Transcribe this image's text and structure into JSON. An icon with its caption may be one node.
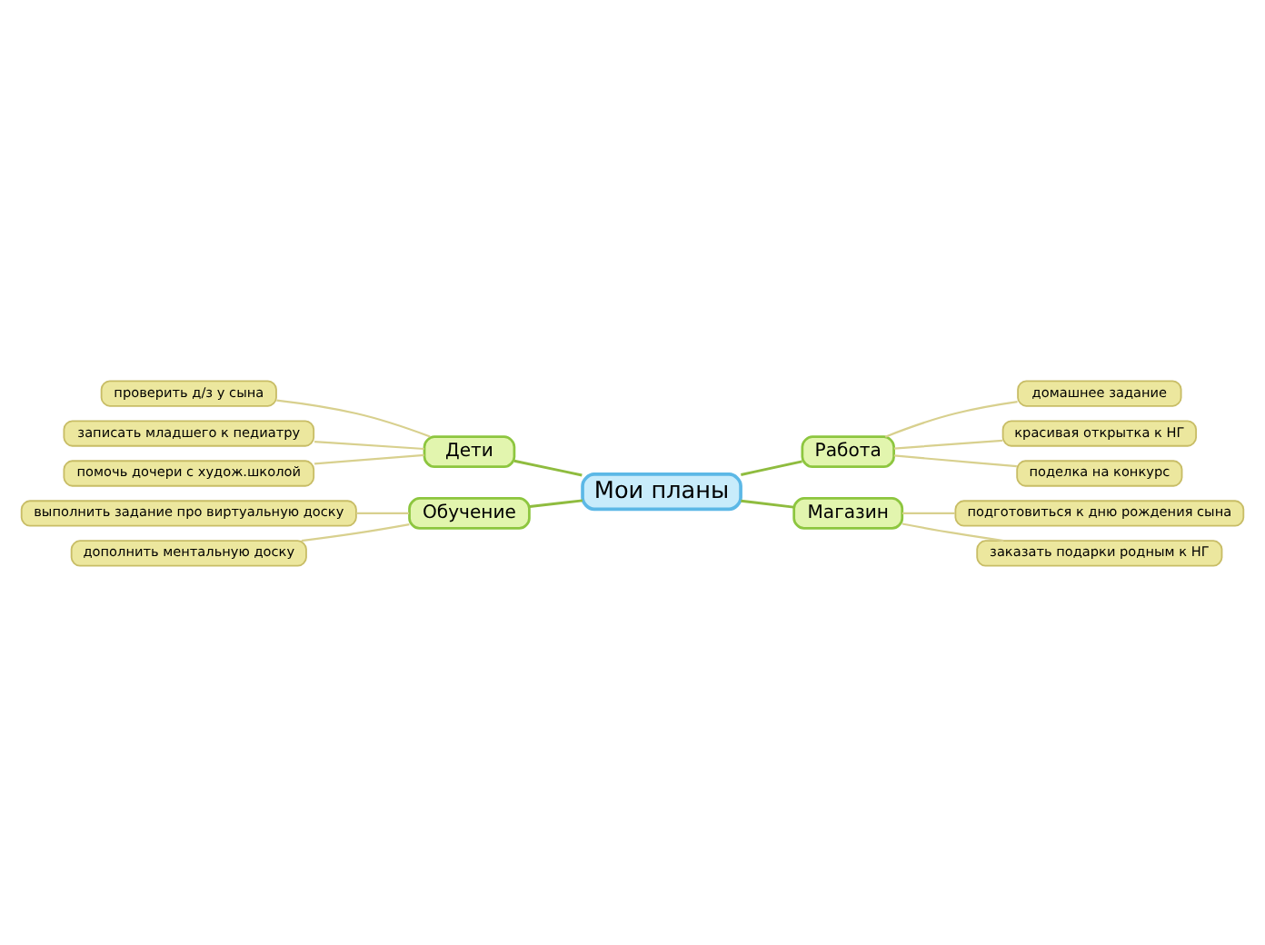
{
  "diagram": {
    "nodes": [
      {
        "text": [
          "Мои планы"
        ]
      },
      {
        "text": [
          "Дети"
        ]
      },
      {
        "text": [
          "проверить д/з у сына"
        ]
      },
      {
        "text": [
          "записать младшего к педиатру"
        ]
      },
      {
        "text": [
          "помочь дочери с худож.школой"
        ]
      },
      {
        "text": [
          "Обучение"
        ]
      },
      {
        "text": [
          "выполнить задание про виртуальную доску"
        ]
      },
      {
        "text": [
          "дополнить ментальную доску"
        ]
      },
      {
        "text": [
          "Работа"
        ]
      },
      {
        "text": [
          "домашнее задание"
        ]
      },
      {
        "text": [
          "красивая открытка к НГ"
        ]
      },
      {
        "text": [
          "поделка на конкурс"
        ]
      },
      {
        "text": [
          "Магазин"
        ]
      },
      {
        "text": [
          "подготовиться к дню рождения сына"
        ]
      },
      {
        "text": [
          "заказать подарки родным к НГ"
        ]
      }
    ],
    "edges": [
      {
        "from": 0,
        "to": 1,
        "arrow": "none",
        "color": "#8fbc3f"
      },
      {
        "from": 1,
        "to": 2,
        "arrow": "none"
      },
      {
        "from": 1,
        "to": 3,
        "arrow": "none"
      },
      {
        "from": 1,
        "to": 4,
        "arrow": "none"
      },
      {
        "from": 0,
        "to": 5,
        "arrow": "none",
        "color": "#8fbc3f"
      },
      {
        "from": 5,
        "to": 6,
        "arrow": "none"
      },
      {
        "from": 5,
        "to": 7,
        "arrow": "none"
      },
      {
        "from": 0,
        "to": 8,
        "arrow": "none",
        "color": "#8fbc3f"
      },
      {
        "from": 8,
        "to": 9,
        "arrow": "none"
      },
      {
        "from": 8,
        "to": 10,
        "arrow": "none"
      },
      {
        "from": 8,
        "to": 11,
        "arrow": "none"
      },
      {
        "from": 0,
        "to": 12,
        "arrow": "none",
        "color": "#8fbc3f"
      },
      {
        "from": 12,
        "to": 13,
        "arrow": "none"
      },
      {
        "from": 12,
        "to": 14,
        "arrow": "none"
      }
    ]
  }
}
